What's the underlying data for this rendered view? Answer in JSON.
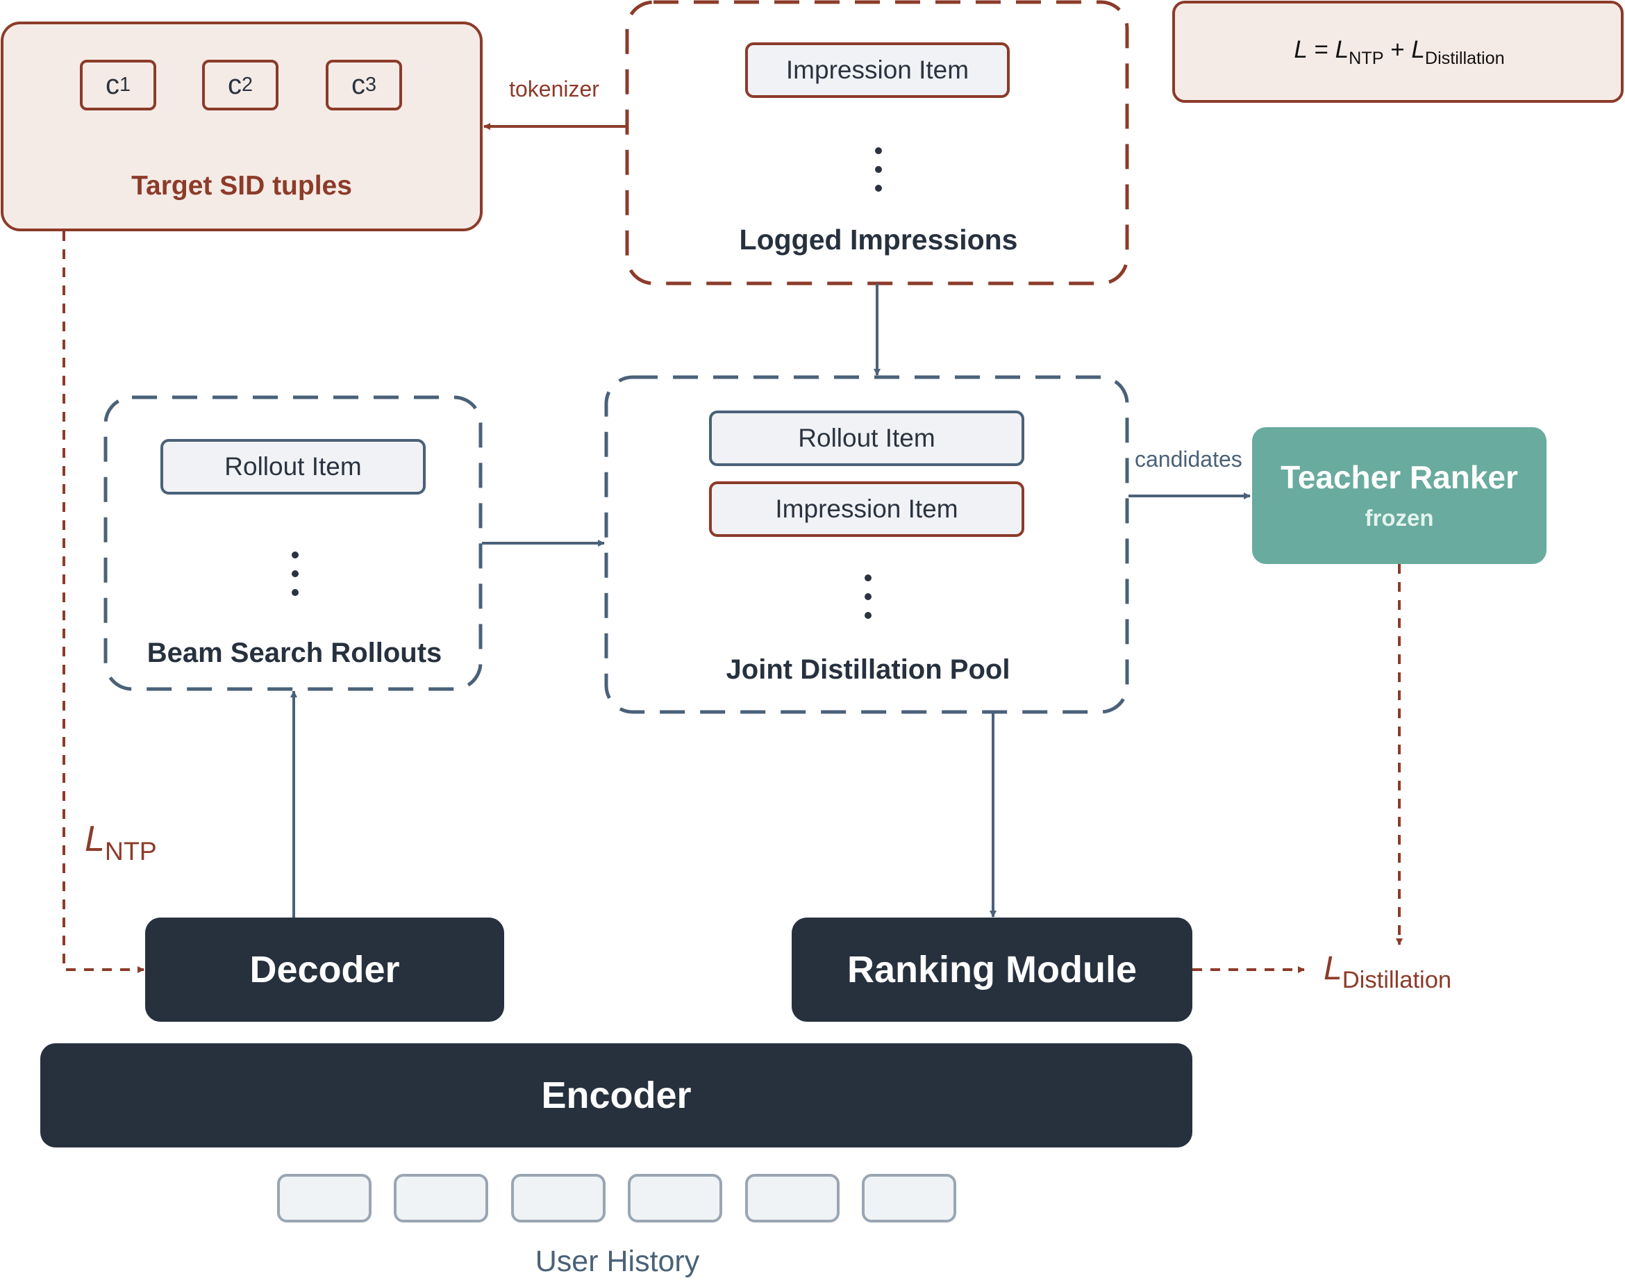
{
  "colors": {
    "dark_navy": "#27313e",
    "slate_blue": "#4a6178",
    "rust": "#8c3b2a",
    "teal": "#69ab9e",
    "beige": "#f5ebe6",
    "light_gray": "#f0f2f5"
  },
  "sid_box": {
    "title": "Target SID tuples",
    "tokens": [
      {
        "base": "c",
        "sub": "1"
      },
      {
        "base": "c",
        "sub": "2"
      },
      {
        "base": "c",
        "sub": "3"
      }
    ]
  },
  "tokenizer_label": "tokenizer",
  "logged": {
    "item": "Impression Item",
    "title": "Logged Impressions"
  },
  "loss_formula": {
    "L": "L",
    "eq": " = ",
    "L1": "L",
    "sub1": "NTP",
    "plus": " + ",
    "L2": "L",
    "sub2": "Distillation"
  },
  "beam": {
    "item": "Rollout Item",
    "title": "Beam Search Rollouts"
  },
  "pool": {
    "item1": "Rollout Item",
    "item2": "Impression Item",
    "title": "Joint Distillation Pool"
  },
  "candidates_label": "candidates",
  "teacher": {
    "title": "Teacher Ranker",
    "subtitle": "frozen"
  },
  "ntp_loss": {
    "L": "L",
    "sub": "NTP"
  },
  "distill_loss": {
    "L": "L",
    "sub": "Distillation"
  },
  "decoder_label": "Decoder",
  "ranking_label": "Ranking Module",
  "encoder_label": "Encoder",
  "user_history": {
    "label": "User History",
    "slots": 6
  }
}
